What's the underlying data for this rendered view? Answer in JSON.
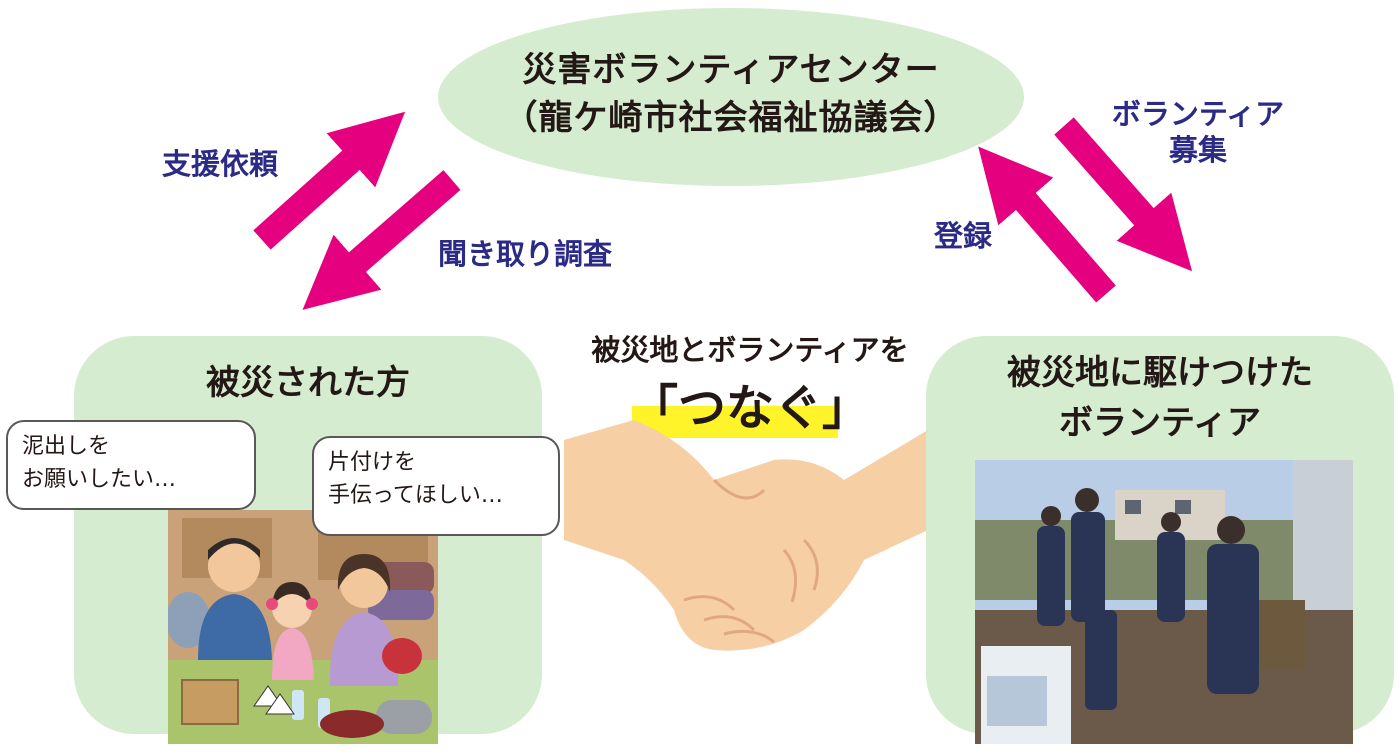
{
  "center": {
    "line1": "災害ボランティアセンター",
    "line2": "（龍ケ崎市社会福祉協議会）"
  },
  "arrows": {
    "request": "支援依頼",
    "interview": "聞き取り調査",
    "recruit": "ボランティア\n募集",
    "register": "登録"
  },
  "left_panel": {
    "title": "被災された方",
    "bubble1": "泥出しを\nお願いしたい…",
    "bubble2": "片付けを\n手伝ってほしい…"
  },
  "middle": {
    "line1": "被災地とボランティアを",
    "line2": "「つなぐ」"
  },
  "right_panel": {
    "title_line1": "被災地に駆けつけた",
    "title_line2": "ボランティア"
  },
  "colors": {
    "panel_green": "#d6ecd0",
    "arrow_pink": "#e5007f",
    "label_navy": "#2b2a86",
    "highlight_yellow": "#fff32a"
  },
  "icons": {
    "family": "disaster-family-illustration",
    "handshake": "handshake-illustration",
    "photo": "volunteers-photo"
  }
}
